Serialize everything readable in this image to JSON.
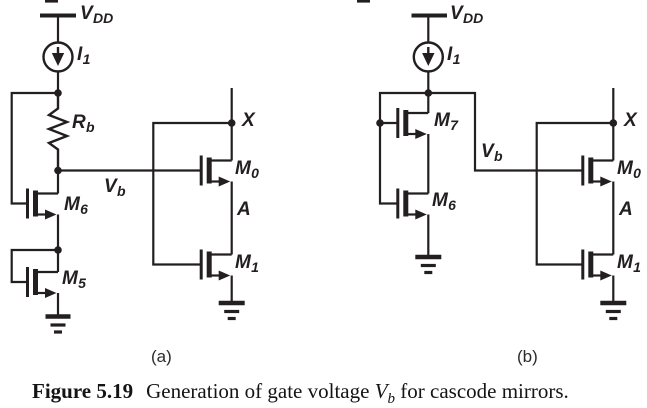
{
  "colors": {
    "ink": "#231f20",
    "background": "#ffffff"
  },
  "caption": {
    "label": "Figure 5.19",
    "text_before_var": "Generation of gate voltage ",
    "var_main": "V",
    "var_sub": "b",
    "text_after_var": " for cascode mirrors."
  },
  "subfig_a_label": "(a)",
  "subfig_b_label": "(b)",
  "circuit_a": {
    "supply_label": {
      "main": "V",
      "sub": "DD"
    },
    "current_source_label": {
      "main": "I",
      "sub": "1"
    },
    "resistor_label": {
      "main": "R",
      "sub": "b"
    },
    "bias_label": {
      "main": "V",
      "sub": "b"
    },
    "node_x_label": "X",
    "node_a_label": "A",
    "m0_label": {
      "main": "M",
      "sub": "0"
    },
    "m1_label": {
      "main": "M",
      "sub": "1"
    },
    "m5_label": {
      "main": "M",
      "sub": "5"
    },
    "m6_label": {
      "main": "M",
      "sub": "6"
    }
  },
  "circuit_b": {
    "supply_label": {
      "main": "V",
      "sub": "DD"
    },
    "current_source_label": {
      "main": "I",
      "sub": "1"
    },
    "bias_label": {
      "main": "V",
      "sub": "b"
    },
    "node_x_label": "X",
    "node_a_label": "A",
    "m0_label": {
      "main": "M",
      "sub": "0"
    },
    "m1_label": {
      "main": "M",
      "sub": "1"
    },
    "m6_label": {
      "main": "M",
      "sub": "6"
    },
    "m7_label": {
      "main": "M",
      "sub": "7"
    }
  }
}
